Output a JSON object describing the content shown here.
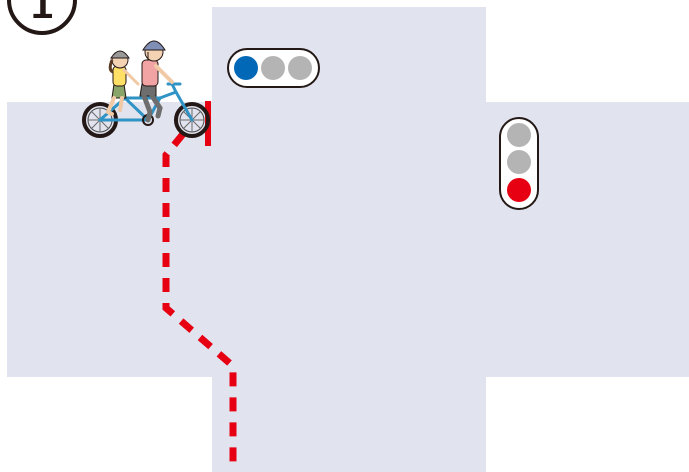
{
  "figure": {
    "step_number": "1",
    "colors": {
      "road": "#e1e3ee",
      "route": "#e60012",
      "stop_line": "#e60012",
      "light_off": "#b4b4b4",
      "light_blue": "#0068b7",
      "light_red": "#e60012",
      "housing": "#ffffff",
      "outline": "#231815"
    },
    "horizontal_signal": {
      "lamps": [
        "blue",
        "off",
        "off"
      ],
      "active": "blue"
    },
    "vertical_signal": {
      "lamps": [
        "off",
        "off",
        "red"
      ],
      "active": "red"
    },
    "cyclists": {
      "vehicle": "tandem-bicycle",
      "rider_count": 2,
      "helmet_colors": [
        "#9a9a9a",
        "#7f8fb6"
      ],
      "frame_color": "#2f93c5"
    }
  }
}
